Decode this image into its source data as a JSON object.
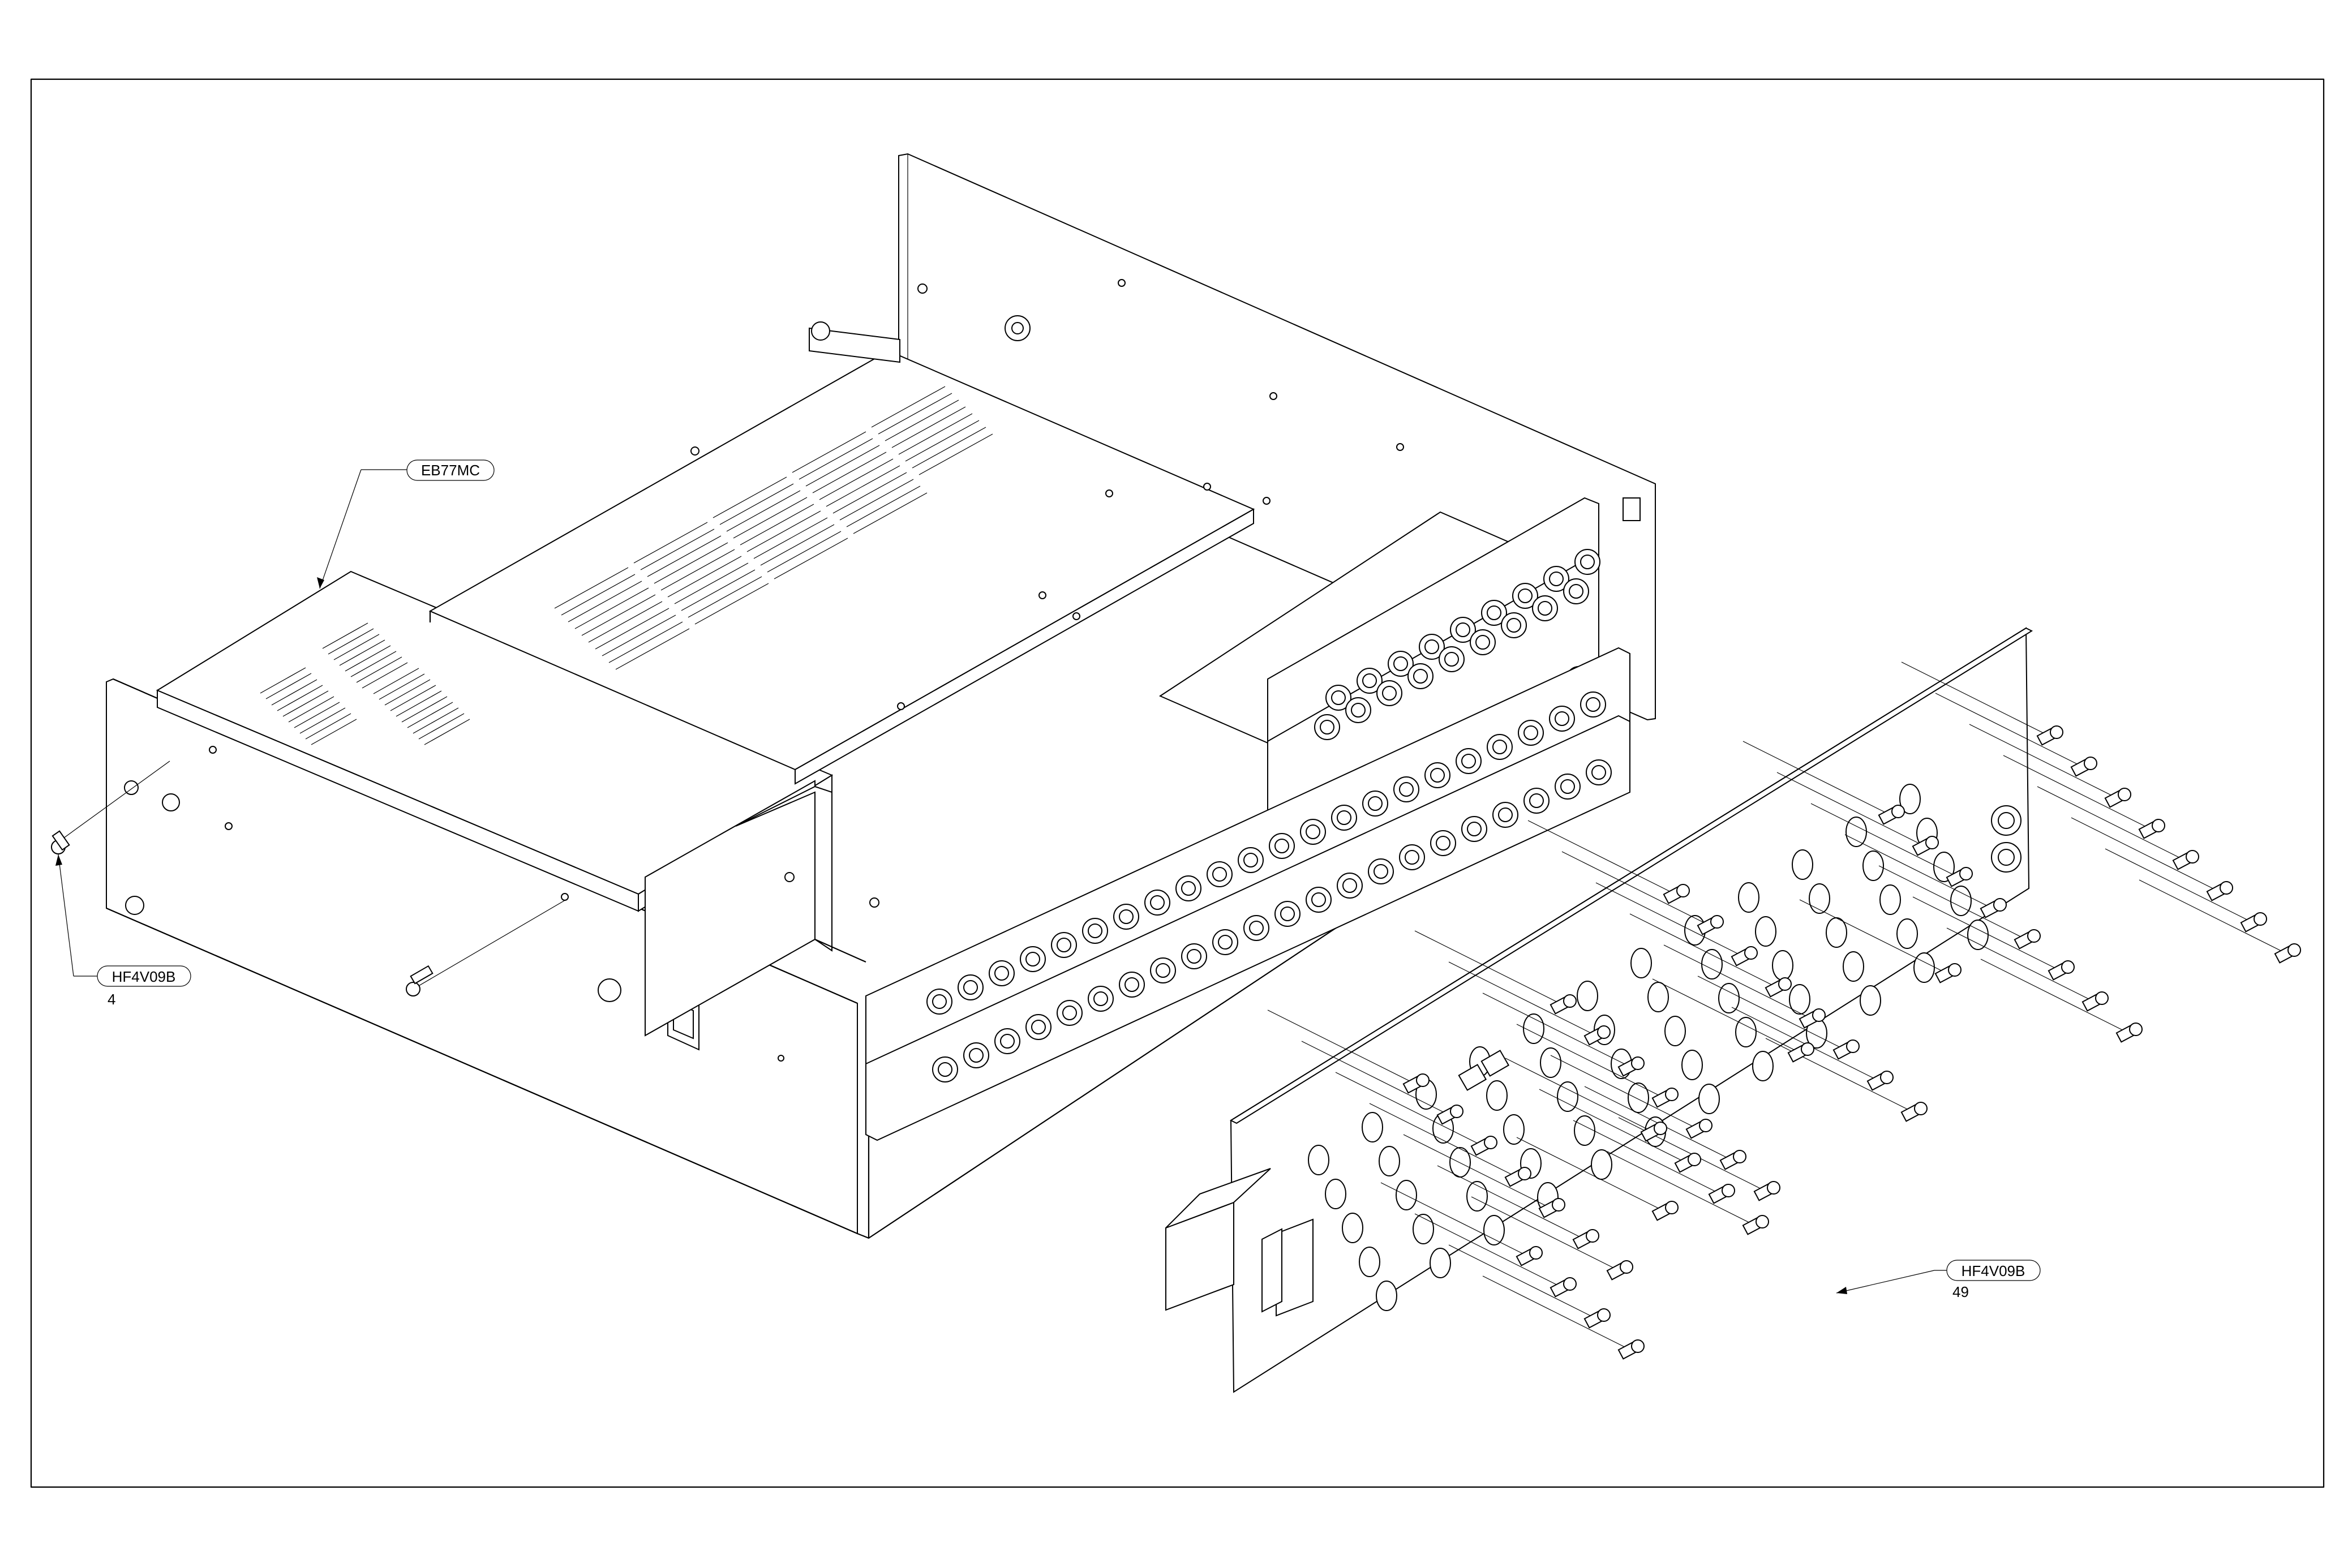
{
  "callouts": [
    {
      "id": "eb77mc",
      "label": "EB77MC",
      "qty": ""
    },
    {
      "id": "hf4v09b-left",
      "label": "HF4V09B",
      "qty": "4"
    },
    {
      "id": "hf4v09b-right",
      "label": "HF4V09B",
      "qty": "49"
    }
  ],
  "colors": {
    "line": "#000000",
    "background": "#ffffff"
  }
}
